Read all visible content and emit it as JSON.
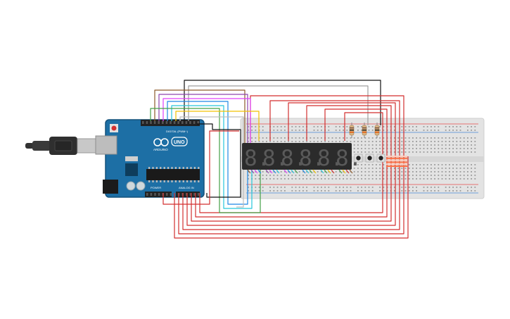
{
  "board": {
    "brand_label": "ARDUINO",
    "model_label": "UNO",
    "digital_label": "DIGITAL (PWM~)",
    "power_label": "POWER",
    "analog_label": "ANALOG IN",
    "colors": {
      "pcb": "#1d6fa5",
      "pcb_dark": "#14527c",
      "header": "#222222"
    }
  },
  "cable": {
    "connector": "usb-b-icon",
    "colors": {
      "body": "#3a3a3a",
      "metal": "#c8c8c8"
    }
  },
  "breadboard": {
    "colors": {
      "body": "#e3e3e3",
      "hole": "#9a9a9a",
      "rail_red": "#e57373",
      "rail_blue": "#6f9fd8"
    }
  },
  "display": {
    "digit_count": 6,
    "digit_glyph": "8.",
    "colors": {
      "body": "#2b2b2b",
      "segment": "#5a5a5a"
    }
  },
  "buttons": {
    "count": 3
  },
  "resistors": {
    "count": 3
  },
  "led_bar": {
    "count": 6,
    "colors": {
      "on": "#ff7043",
      "off": "#ffccbc"
    }
  },
  "wire_colors": {
    "red": "#d32f2f",
    "black": "#111111",
    "purple": "#8e44ad",
    "pink": "#e040fb",
    "blue": "#1e88e5",
    "cyan": "#26c6da",
    "green": "#43a047",
    "yellow": "#f2c200",
    "brown": "#8d5a2b",
    "gray": "#9e9e9e"
  }
}
